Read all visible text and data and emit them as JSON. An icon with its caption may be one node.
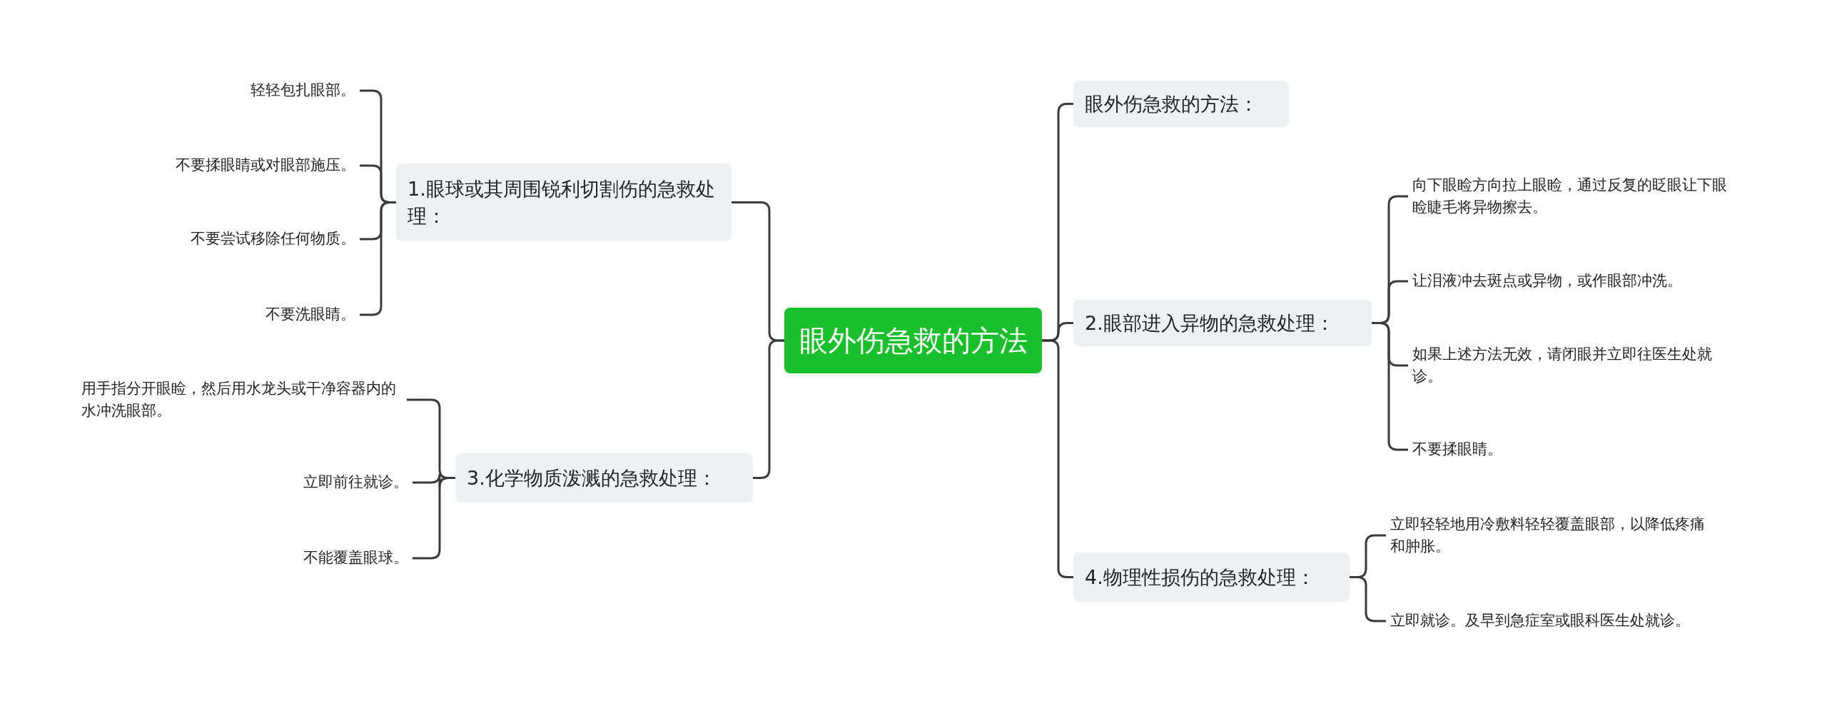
{
  "diagram": {
    "nodes": [
      {
        "text": [
          "眼外伤急救的方法"
        ]
      },
      {
        "text": [
          "1.眼球或其周围锐利切割伤的急救处理："
        ]
      },
      {
        "text": [
          "轻轻包扎眼部。"
        ]
      },
      {
        "text": [
          "不要揉眼睛或对眼部施压。"
        ]
      },
      {
        "text": [
          "不要尝试移除任何物质。"
        ]
      },
      {
        "text": [
          "不要洗眼睛。"
        ]
      },
      {
        "text": [
          "3.化学物质泼溅的急救处理："
        ]
      },
      {
        "text": [
          "用手指分开眼睑，然后用水龙头或干净容器内的水冲洗眼部。"
        ]
      },
      {
        "text": [
          "立即前往就诊。"
        ]
      },
      {
        "text": [
          "不能覆盖眼球。"
        ]
      },
      {
        "text": [
          "眼外伤急救的方法："
        ]
      },
      {
        "text": [
          "2.眼部进入异物的急救处理："
        ]
      },
      {
        "text": [
          "向下眼睑方向拉上眼睑，通过反复的眨眼让下眼睑睫毛将异物擦去。"
        ]
      },
      {
        "text": [
          "让泪液冲去斑点或异物，或作眼部冲洗。"
        ]
      },
      {
        "text": [
          "如果上述方法无效，请闭眼并立即往医生处就诊。"
        ]
      },
      {
        "text": [
          "不要揉眼睛。"
        ]
      },
      {
        "text": [
          "4.物理性损伤的急救处理："
        ]
      },
      {
        "text": [
          "立即轻轻地用冷敷料轻轻覆盖眼部，以降低疼痛和肿胀。"
        ]
      },
      {
        "text": [
          "立即就诊。及早到急症室或眼科医生处就诊。"
        ]
      }
    ],
    "edges": [
      {
        "from": 0,
        "to": 1,
        "arrow": "none"
      },
      {
        "from": 1,
        "to": 2,
        "arrow": "none"
      },
      {
        "from": 1,
        "to": 3,
        "arrow": "none"
      },
      {
        "from": 1,
        "to": 4,
        "arrow": "none"
      },
      {
        "from": 1,
        "to": 5,
        "arrow": "none"
      },
      {
        "from": 0,
        "to": 6,
        "arrow": "none"
      },
      {
        "from": 6,
        "to": 7,
        "arrow": "none"
      },
      {
        "from": 6,
        "to": 8,
        "arrow": "none"
      },
      {
        "from": 6,
        "to": 9,
        "arrow": "none"
      },
      {
        "from": 0,
        "to": 10,
        "arrow": "none"
      },
      {
        "from": 0,
        "to": 11,
        "arrow": "none"
      },
      {
        "from": 11,
        "to": 12,
        "arrow": "none"
      },
      {
        "from": 11,
        "to": 13,
        "arrow": "none"
      },
      {
        "from": 11,
        "to": 14,
        "arrow": "none"
      },
      {
        "from": 11,
        "to": 15,
        "arrow": "none"
      },
      {
        "from": 0,
        "to": 16,
        "arrow": "none"
      },
      {
        "from": 16,
        "to": 17,
        "arrow": "none"
      },
      {
        "from": 16,
        "to": 18,
        "arrow": "none"
      }
    ]
  }
}
